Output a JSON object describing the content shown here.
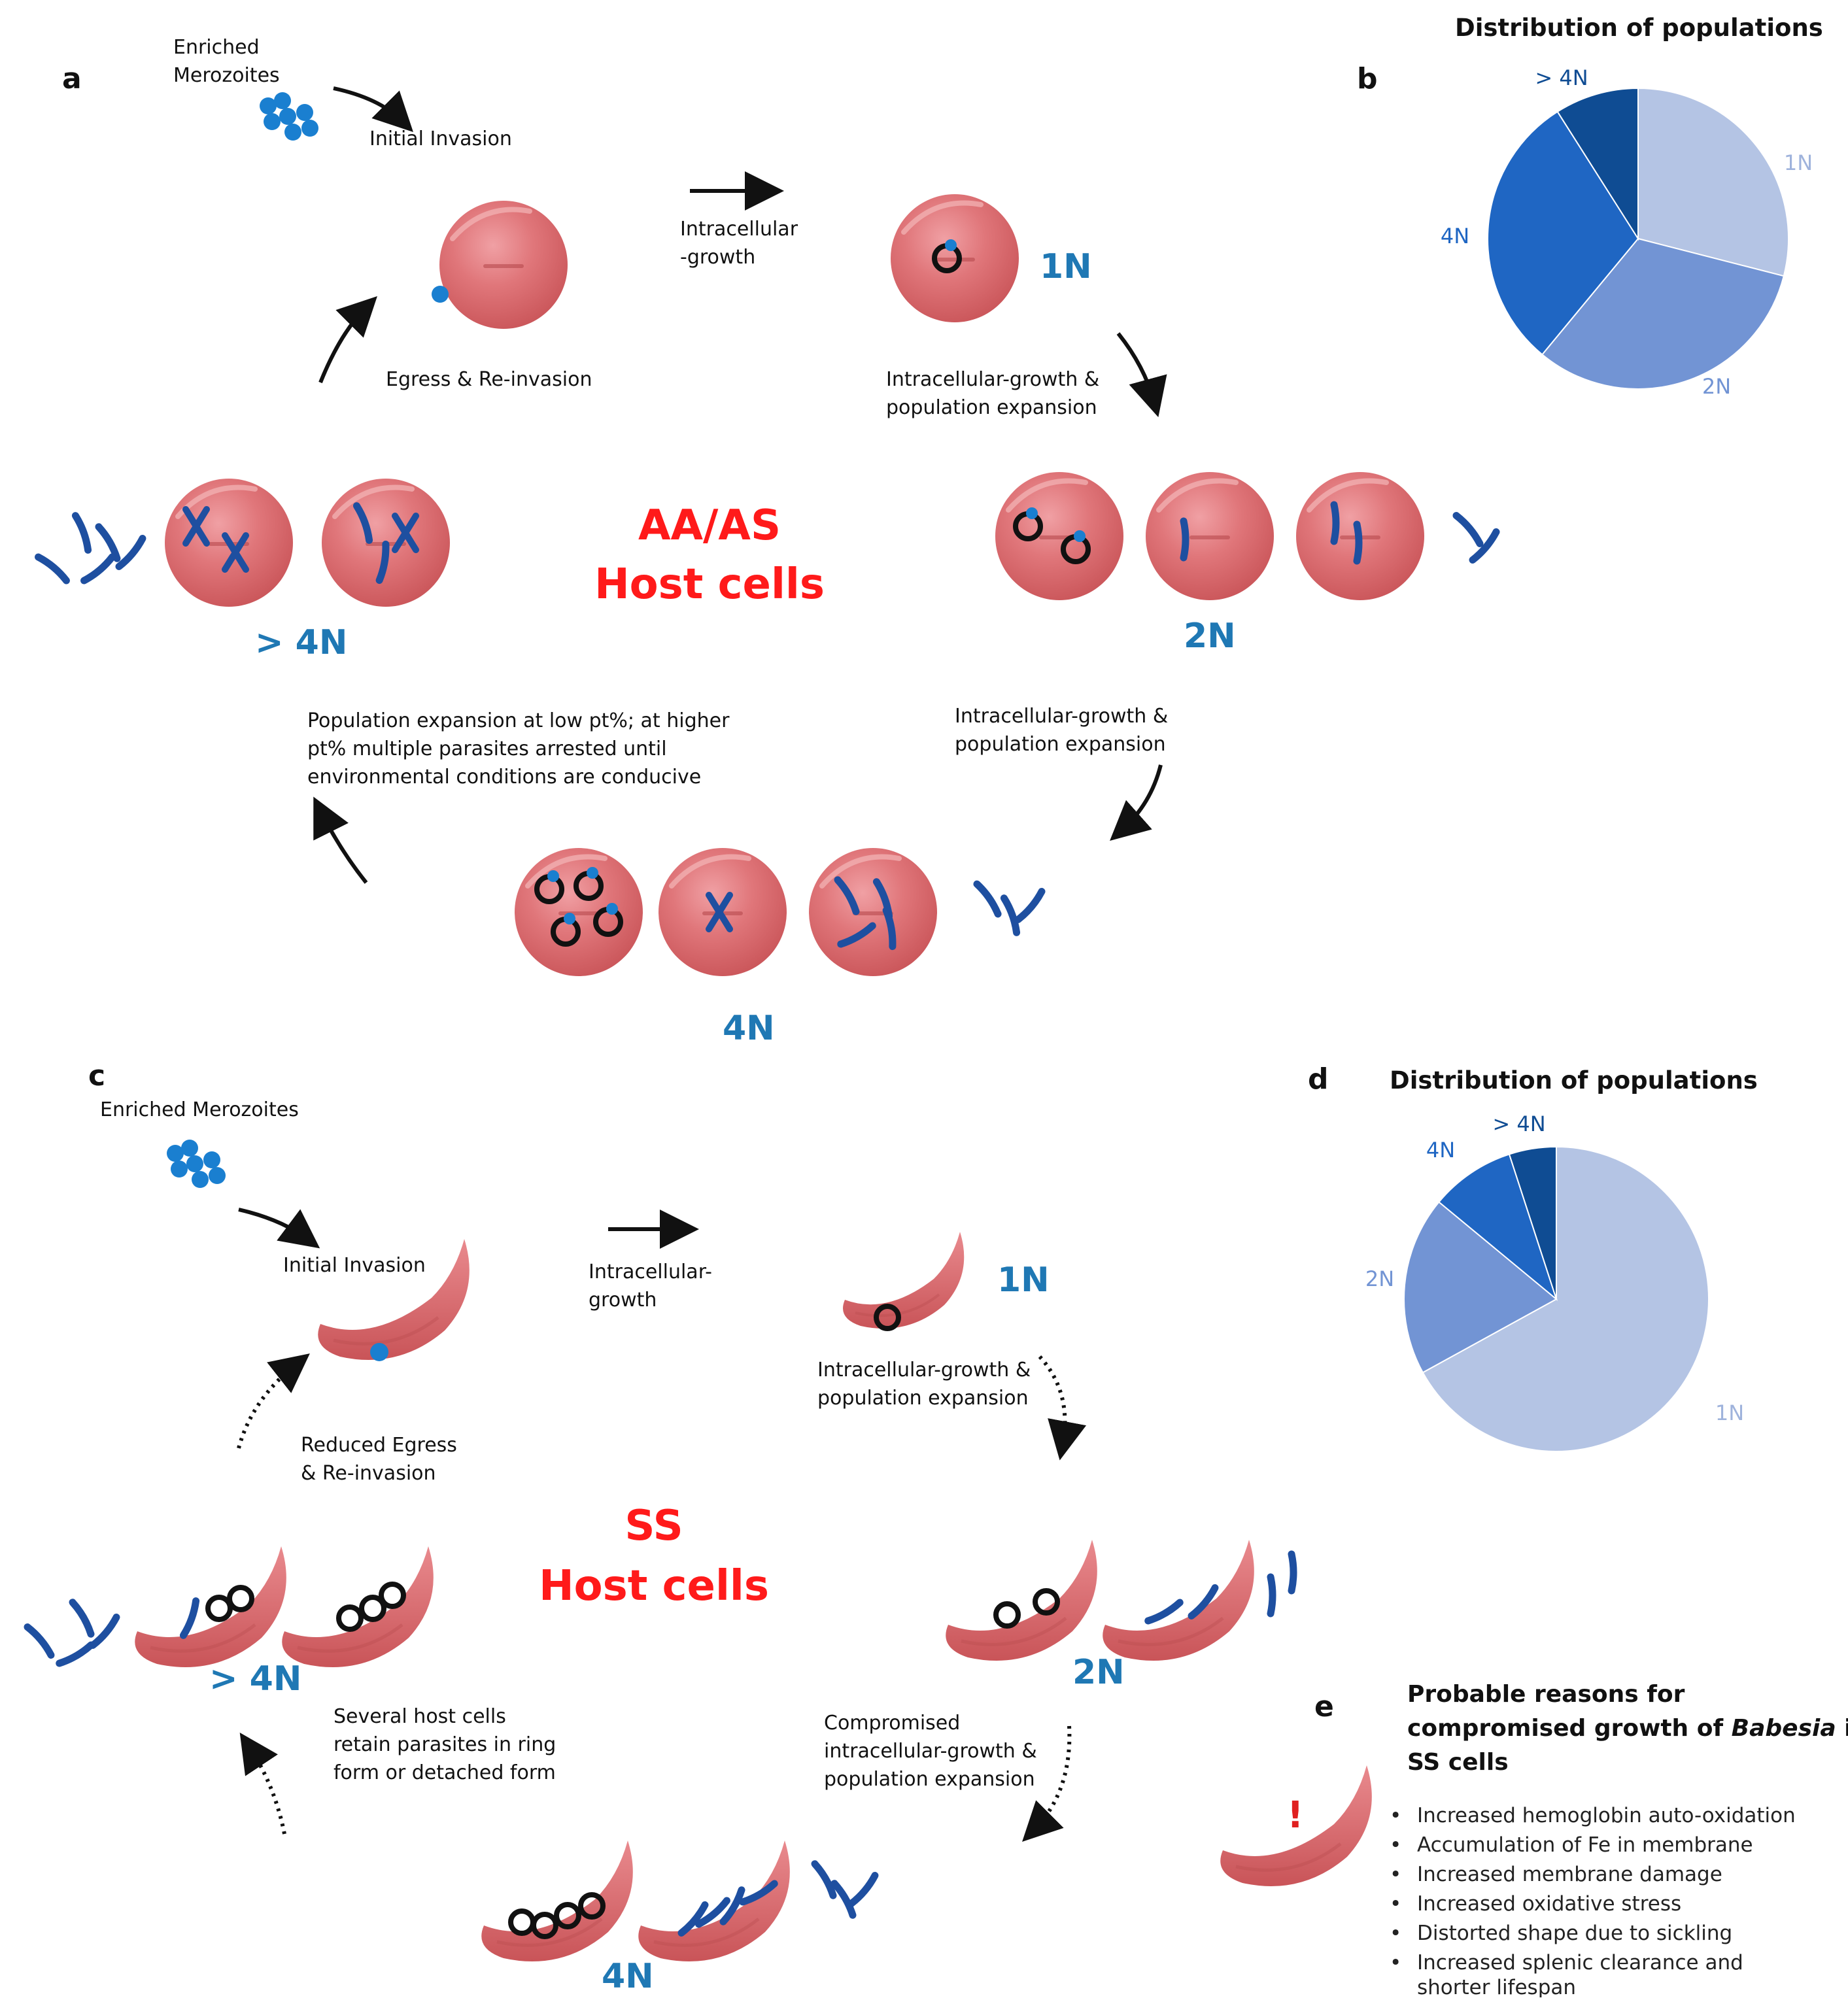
{
  "panels": {
    "a": "a",
    "b": "b",
    "c": "c",
    "d": "d",
    "e": "e"
  },
  "top_cycle": {
    "host_line1": "AA/AS",
    "host_line2": "Host cells",
    "merozoite_line1": "Enriched",
    "merozoite_line2": "Merozoites",
    "initial_invasion": "Initial Invasion",
    "growth_line1": "Intracellular",
    "growth_line2": "-growth",
    "expansion1_line1": "Intracellular-growth &",
    "expansion1_line2": "population expansion",
    "expansion2_line1": "Intracellular-growth &",
    "expansion2_line2": "population expansion",
    "arrest_line1": "Population expansion at low pt%; at higher",
    "arrest_line2": "pt% multiple parasites arrested until",
    "arrest_line3": "environmental conditions are conducive",
    "egress": "Egress & Re-invasion",
    "stage_1n": "1N",
    "stage_2n": "2N",
    "stage_4n": "4N",
    "stage_gt4n": "> 4N"
  },
  "bottom_cycle": {
    "host_line1": "SS",
    "host_line2": "Host cells",
    "merozoites": "Enriched Merozoites",
    "initial_invasion": "Initial Invasion",
    "growth_line1": "Intracellular-",
    "growth_line2": "growth",
    "expansion_line1": "Intracellular-growth &",
    "expansion_line2": "population expansion",
    "compromised_line1": "Compromised",
    "compromised_line2": "intracellular-growth &",
    "compromised_line3": "population expansion",
    "retain_line1": "Several host cells",
    "retain_line2": "retain parasites in ring",
    "retain_line3": "form or detached form",
    "egress_line1": "Reduced Egress",
    "egress_line2": "& Re-invasion",
    "stage_1n": "1N",
    "stage_2n": "2N",
    "stage_4n": "4N",
    "stage_gt4n": "> 4N"
  },
  "chart_data": [
    {
      "type": "pie",
      "title": "Distribution of populations",
      "labels": [
        "1N",
        "2N",
        "4N",
        "> 4N"
      ],
      "values": [
        29,
        32,
        30,
        9
      ],
      "colors": [
        "#b4c4e4",
        "#7294d4",
        "#1f66c3",
        "#0f4c93"
      ]
    },
    {
      "type": "pie",
      "title": "Distribution of populations",
      "labels": [
        "1N",
        "2N",
        "4N",
        "> 4N"
      ],
      "values": [
        67,
        19,
        9,
        5
      ],
      "colors": [
        "#b4c4e4",
        "#7294d4",
        "#1f66c3",
        "#0f4c93"
      ]
    }
  ],
  "reasons": {
    "title_line1": "Probable reasons for",
    "title_line2_pre": "compromised growth of ",
    "title_line2_italic": "Babesia",
    "title_line2_post": " in",
    "title_line3": "SS cells",
    "exclamation": "!",
    "items": [
      "Increased hemoglobin auto-oxidation",
      "Accumulation of Fe in membrane",
      "Increased membrane damage",
      "Increased oxidative stress",
      "Distorted shape due to sickling",
      "Increased splenic clearance and",
      "shorter lifespan"
    ]
  },
  "colors": {
    "rbc": "#dc6468",
    "rbc_highlight": "#f0a0a4",
    "parasite": "#1e4fa0",
    "merozoite": "#1a7fd0",
    "host_text": "#ff1a1a",
    "stage_text": "#1f78b4"
  }
}
